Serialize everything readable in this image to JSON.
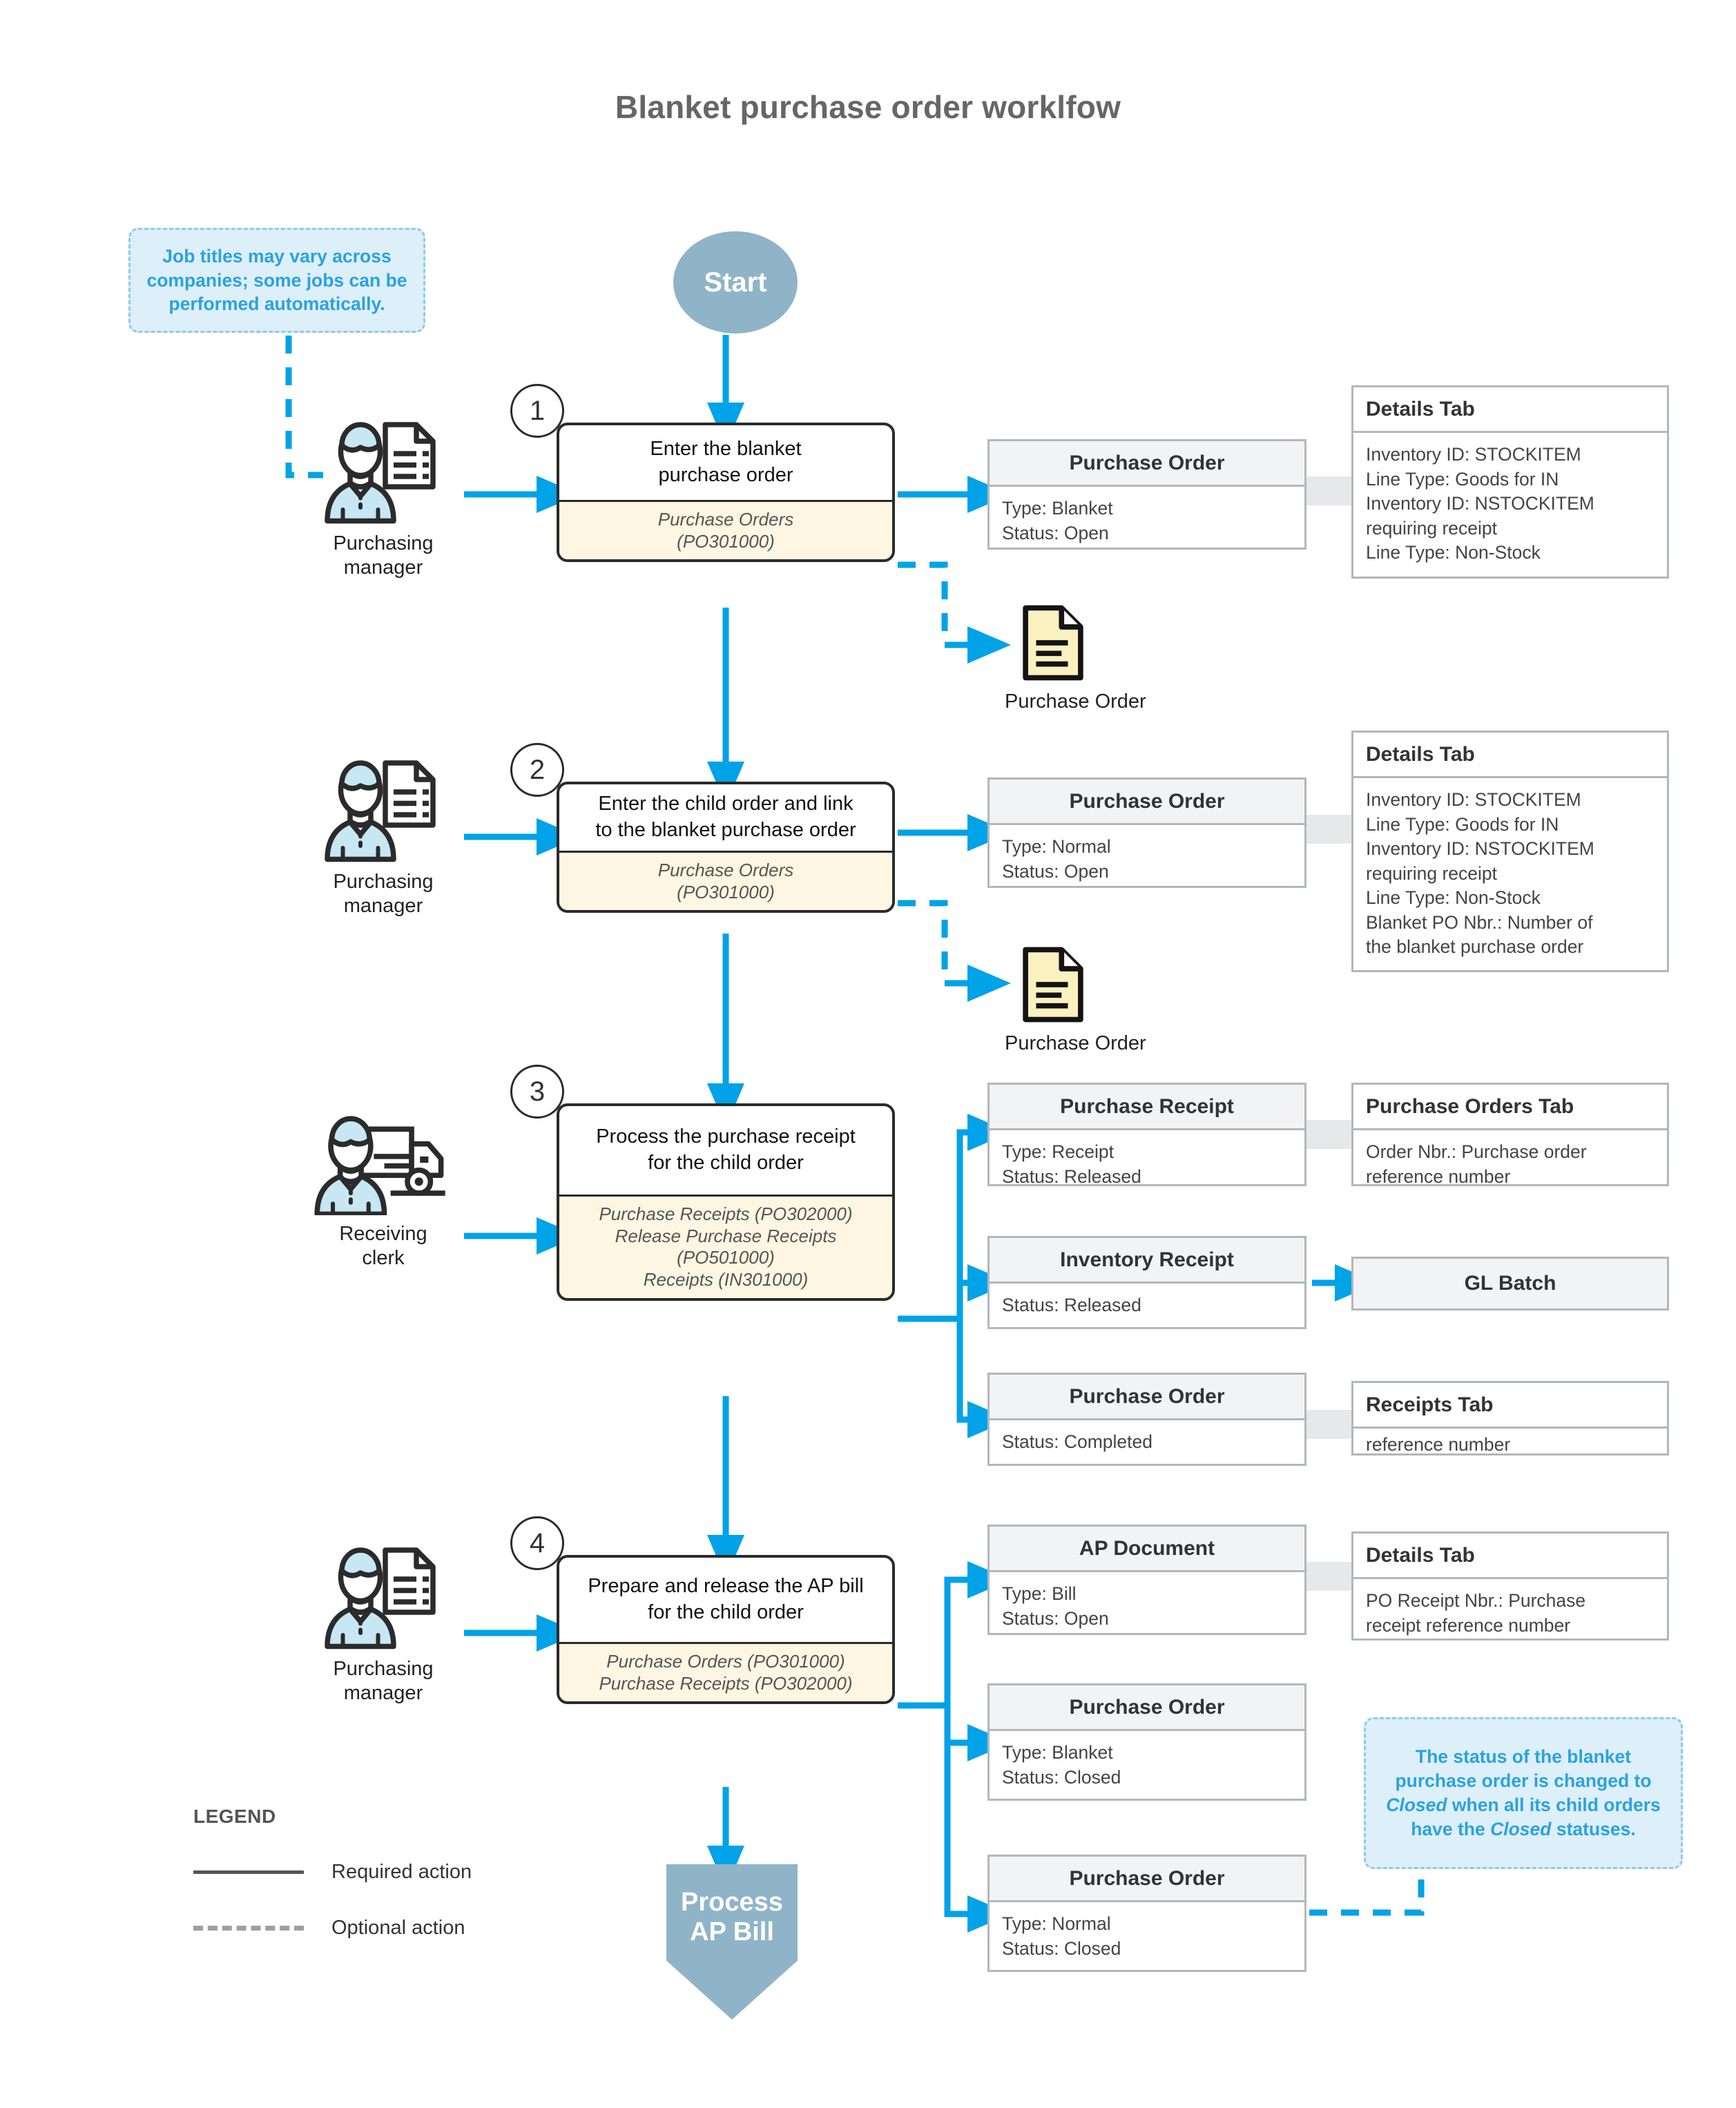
{
  "title": "Blanket purchase order worklfow",
  "colors": {
    "flow_arrow": "#00a2e8",
    "accent_note_text": "#2ba2e0",
    "note_background": "#ddeff8",
    "terminator": "#8fb4c8",
    "screen_band": "#fcf6e2",
    "card_header": "#f2f3f4",
    "card_border": "#b0b8bd",
    "title_text": "#666666"
  },
  "callouts": {
    "job_titles": "Job titles may vary across companies; some jobs can be performed automatically.",
    "blanket_closed_prefix": "The status of the blanket purchase order is changed to ",
    "blanket_closed_em1": "Closed",
    "blanket_closed_mid": " when all its child orders have the ",
    "blanket_closed_em2": "Closed",
    "blanket_closed_suffix": " statuses."
  },
  "terminators": {
    "start": "Start",
    "end_line1": "Process",
    "end_line2": "AP Bill"
  },
  "actors": [
    {
      "id": "purchasing-manager-1",
      "icon": "person-document-icon",
      "label": "Purchasing\nmanager"
    },
    {
      "id": "purchasing-manager-2",
      "icon": "person-document-icon",
      "label": "Purchasing\nmanager"
    },
    {
      "id": "receiving-clerk",
      "icon": "person-truck-icon",
      "label": "Receiving\nclerk"
    },
    {
      "id": "purchasing-manager-4",
      "icon": "person-document-icon",
      "label": "Purchasing\nmanager"
    }
  ],
  "steps": [
    {
      "number": "1",
      "title": "Enter the blanket\npurchase order",
      "screens": "Purchase Orders\n(PO301000)"
    },
    {
      "number": "2",
      "title": "Enter the child order and link\nto the blanket purchase order",
      "screens": "Purchase Orders\n(PO301000)"
    },
    {
      "number": "3",
      "title": "Process the purchase receipt\nfor the child order",
      "screens": "Purchase Receipts (PO302000)\nRelease Purchase Receipts\n(PO501000)\nReceipts (IN301000)"
    },
    {
      "number": "4",
      "title": "Prepare and release the AP bill\nfor the child order",
      "screens": "Purchase Orders (PO301000)\nPurchase Receipts (PO302000)"
    }
  ],
  "documents": [
    {
      "id": "purchase-order-doc-1",
      "caption": "Purchase Order"
    },
    {
      "id": "purchase-order-doc-2",
      "caption": "Purchase Order"
    }
  ],
  "cards": {
    "po_1": {
      "header": "Purchase Order",
      "body": "Type: Blanket\nStatus: Open"
    },
    "tab_1": {
      "header": "Details Tab",
      "body": "Inventory ID: STOCKITEM\nLine Type: Goods for IN\nInventory ID: NSTOCKITEM\nrequiring receipt\nLine Type: Non-Stock"
    },
    "po_2": {
      "header": "Purchase Order",
      "body": "Type: Normal\nStatus: Open"
    },
    "tab_2": {
      "header": "Details Tab",
      "body": "Inventory ID: STOCKITEM\nLine Type: Goods for IN\nInventory ID: NSTOCKITEM\nrequiring receipt\nLine Type: Non-Stock\nBlanket PO Nbr.: Number of\nthe blanket purchase order"
    },
    "pr_3": {
      "header": "Purchase Receipt",
      "body": "Type: Receipt\nStatus: Released"
    },
    "tab_3a": {
      "header": "Purchase Orders Tab",
      "body": "Order Nbr.: Purchase order\nreference number"
    },
    "ir_3": {
      "header": "Inventory Receipt",
      "body": "Status: Released"
    },
    "gl_3": {
      "header": "GL Batch",
      "body": ""
    },
    "po_3": {
      "header": "Purchase Order",
      "body": "Status: Completed"
    },
    "tab_3c": {
      "header": "Receipts Tab",
      "body": "reference number"
    },
    "ap_4": {
      "header": "AP Document",
      "body": "Type: Bill\nStatus: Open"
    },
    "tab_4": {
      "header": "Details Tab",
      "body": "PO Receipt Nbr.: Purchase\nreceipt reference number"
    },
    "po_4a": {
      "header": "Purchase Order",
      "body": "Type: Blanket\nStatus: Closed"
    },
    "po_4b": {
      "header": "Purchase Order",
      "body": "Type: Normal\nStatus: Closed"
    }
  },
  "legend": {
    "title": "LEGEND",
    "required": "Required action",
    "optional": "Optional action"
  }
}
